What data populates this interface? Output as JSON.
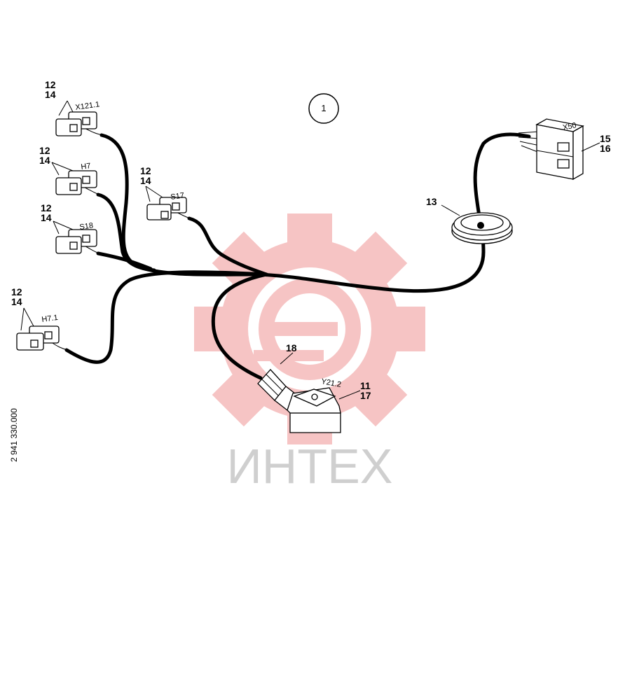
{
  "diagram": {
    "sheet_number": "1",
    "document_number": "2 941 330.000",
    "watermark_text": "ИНТЕХ",
    "colors": {
      "line": "#000000",
      "watermark_gear": "#f4b6b6",
      "watermark_text": "#cfcfcf"
    },
    "connectors": [
      {
        "id": "X121.1",
        "part_refs": [
          "12",
          "14"
        ]
      },
      {
        "id": "H7",
        "part_refs": [
          "12",
          "14"
        ]
      },
      {
        "id": "S18",
        "part_refs": [
          "12",
          "14"
        ]
      },
      {
        "id": "S17",
        "part_refs": [
          "12",
          "14"
        ]
      },
      {
        "id": "H7.1",
        "part_refs": [
          "12",
          "14"
        ]
      },
      {
        "id": "X50",
        "part_refs": [
          "15",
          "16"
        ]
      },
      {
        "id": "Y21.2",
        "part_refs": [
          "11",
          "17"
        ]
      }
    ],
    "grommet_ref": "13",
    "cable_gland_ref": "18"
  }
}
